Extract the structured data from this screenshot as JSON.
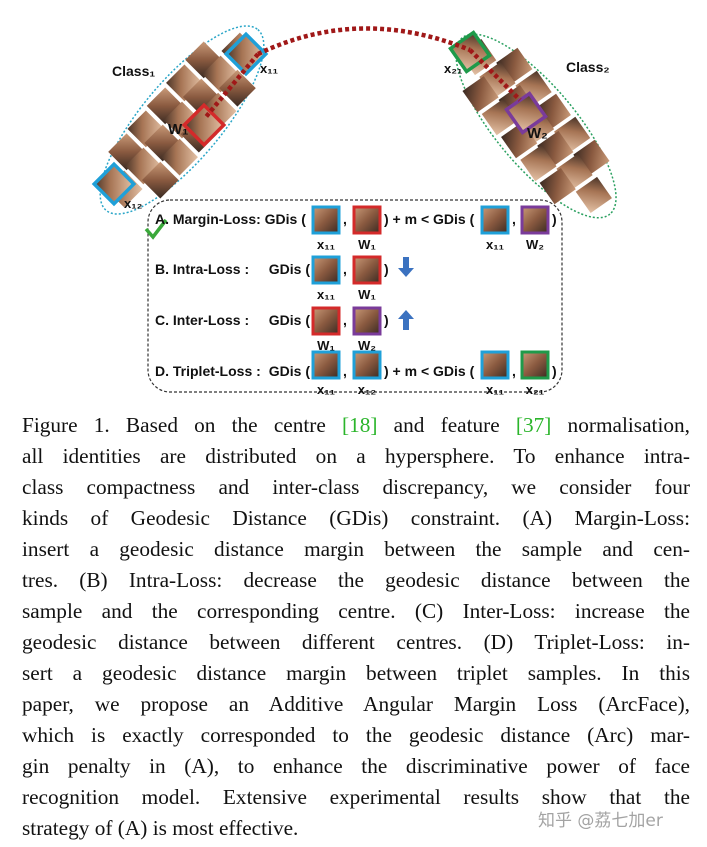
{
  "figure": {
    "class1": "Class₁",
    "class2": "Class₂",
    "x11": "x₁₁",
    "x12": "x₁₂",
    "x21": "x₂₁",
    "w1": "W₁",
    "w2": "W₂",
    "rows": {
      "a": {
        "label": "A. Margin-Loss: GDis (",
        "mid": ") + m < GDis (",
        "end": ")",
        "sub1": "x₁₁",
        "sub2": "W₁",
        "sub3": "x₁₁",
        "sub4": "W₂",
        "check_icon": "checkmark-icon"
      },
      "b": {
        "label": "B. Intra-Loss :",
        "gdis": "GDis (",
        "end": ")",
        "sub1": "x₁₁",
        "sub2": "W₁",
        "arrow_icon": "arrow-down-icon"
      },
      "c": {
        "label": "C. Inter-Loss :",
        "gdis": "GDis (",
        "end": ")",
        "sub1": "W₁",
        "sub2": "W₂",
        "arrow_icon": "arrow-up-icon"
      },
      "d": {
        "label": "D. Triplet-Loss :",
        "gdis": "GDis (",
        "mid": ") + m < GDis (",
        "end": ")",
        "sub1": "x₁₁",
        "sub2": "x₁₂",
        "sub3": "x₁₁",
        "sub4": "x₂₁"
      },
      "comma": ","
    },
    "colors": {
      "sample": "#1fa0d8",
      "centre1": "#d42a2a",
      "centre2": "#7a3b9a",
      "negative": "#1f9a4a",
      "arc": "#a01818",
      "arrow": "#3b72c0",
      "check": "#3aa83a"
    }
  },
  "caption": {
    "lines": [
      [
        "Figure 1. Based on the centre ",
        "[18]",
        " and feature ",
        "[37]",
        " normalisation,"
      ],
      "all identities are distributed on a hypersphere.  To enhance intra-",
      "class compactness and inter-class discrepancy, we consider four",
      "kinds of Geodesic Distance (GDis) constraint.  (A) Margin-Loss:",
      "insert a geodesic distance margin between the sample and cen-",
      "tres. (B) Intra-Loss: decrease the geodesic distance between the",
      "sample and the corresponding centre. (C) Inter-Loss: increase the",
      "geodesic distance between different centres. (D) Triplet-Loss: in-",
      "sert a geodesic distance margin between triplet samples.  In this",
      "paper, we propose an Additive Angular Margin Loss (ArcFace),",
      "which is exactly corresponded to the geodesic distance (Arc) mar-",
      "gin penalty in (A), to enhance the discriminative power of face",
      "recognition model.  Extensive experimental results show that the",
      "strategy of (A) is most effective."
    ],
    "citation_color": "#2bb52b"
  },
  "watermark": "知乎 @荔七加er"
}
